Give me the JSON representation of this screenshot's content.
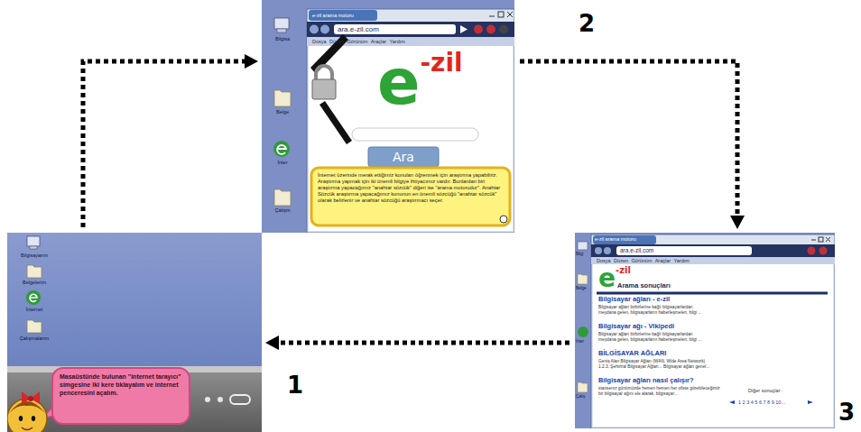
{
  "diagram": {
    "nodes": [
      {
        "text": [
          "Bilgisayarım",
          "Belgelerim",
          "İnternet",
          "Çalışmalarım",
          "Masaüstünde bulunan \"internet tarayıcı\" simgesine iki kere tıklayalım ve internet penceresini açalım."
        ]
      },
      {
        "text": [
          "Bilgisa",
          "Belge",
          "İnter",
          "Çalışm",
          "e-zil arama motoru",
          "ara.e-zil.com",
          "Dosya Düzen Görünüm Araçlar Yardım",
          "e-zil",
          "Ara",
          "İnternet üzerinde merak ettiğimiz konuları öğrenmek için araştırma yapabiliriz. Araştırma yapmak için iki önemli bilgiye ihtiyacımız vardır. Bunlardan biri araştırma yapacağımız \"anahtar sözcük\" diğeri ise \"arama motorudur\". Anahtar Sözcük araştırma yapacağımız konunun en önemli sözcüğü \"anahtar sözcük\" olarak belirlenir ve anahtar sözcüğü araştırmacı seçer."
        ]
      },
      {
        "text": [
          "Bilgi",
          "Belge",
          "İnter",
          "Çalış",
          "e-zil arama motoru",
          "ara.e-zil.com",
          "Dosya Düzen Görünüm Araçlar Yardım",
          "e-zil",
          "Arama sonuçları",
          "Bilgisayar ağları - e-zil",
          "Bilgisayar ağları birbirlerine bağlı bilgisayarlardan meydana gelen, bilgisayarların haberleşmeleri, bilgi ...",
          "Bilgisayar ağı - Vikipedi",
          "Bilgisayar ağları birbirlerine bağlı bilgisayarlardan meydana gelen, bilgisayarların haberleşmeleri, bilgi ...",
          "BİLGİSAYAR AĞLARI",
          "Geniş Alan Bilgisayar Ağları (WAN, Wide Area Network) 1.2.3. Şehirlral Bilgisayar Ağları... Bilgisayar ağları genel...",
          "Bilgisayar ağları nasıl çalışır?",
          "stansenız günümüzde hemen hemen her ofiste görebileceğimiz bir bilgisayar ağını ele alarak, bilgisayar...",
          "Diğer sonuçlar :",
          "1 2 3 4 5 6 7 8 9 10..."
        ]
      }
    ],
    "edges": [
      {
        "from": 0,
        "to": 1,
        "arrow": "to"
      },
      {
        "from": 1,
        "to": 2,
        "arrow": "to"
      },
      {
        "from": 2,
        "to": 0,
        "arrow": "to"
      }
    ],
    "labels": [
      "1",
      "2",
      "3"
    ]
  }
}
